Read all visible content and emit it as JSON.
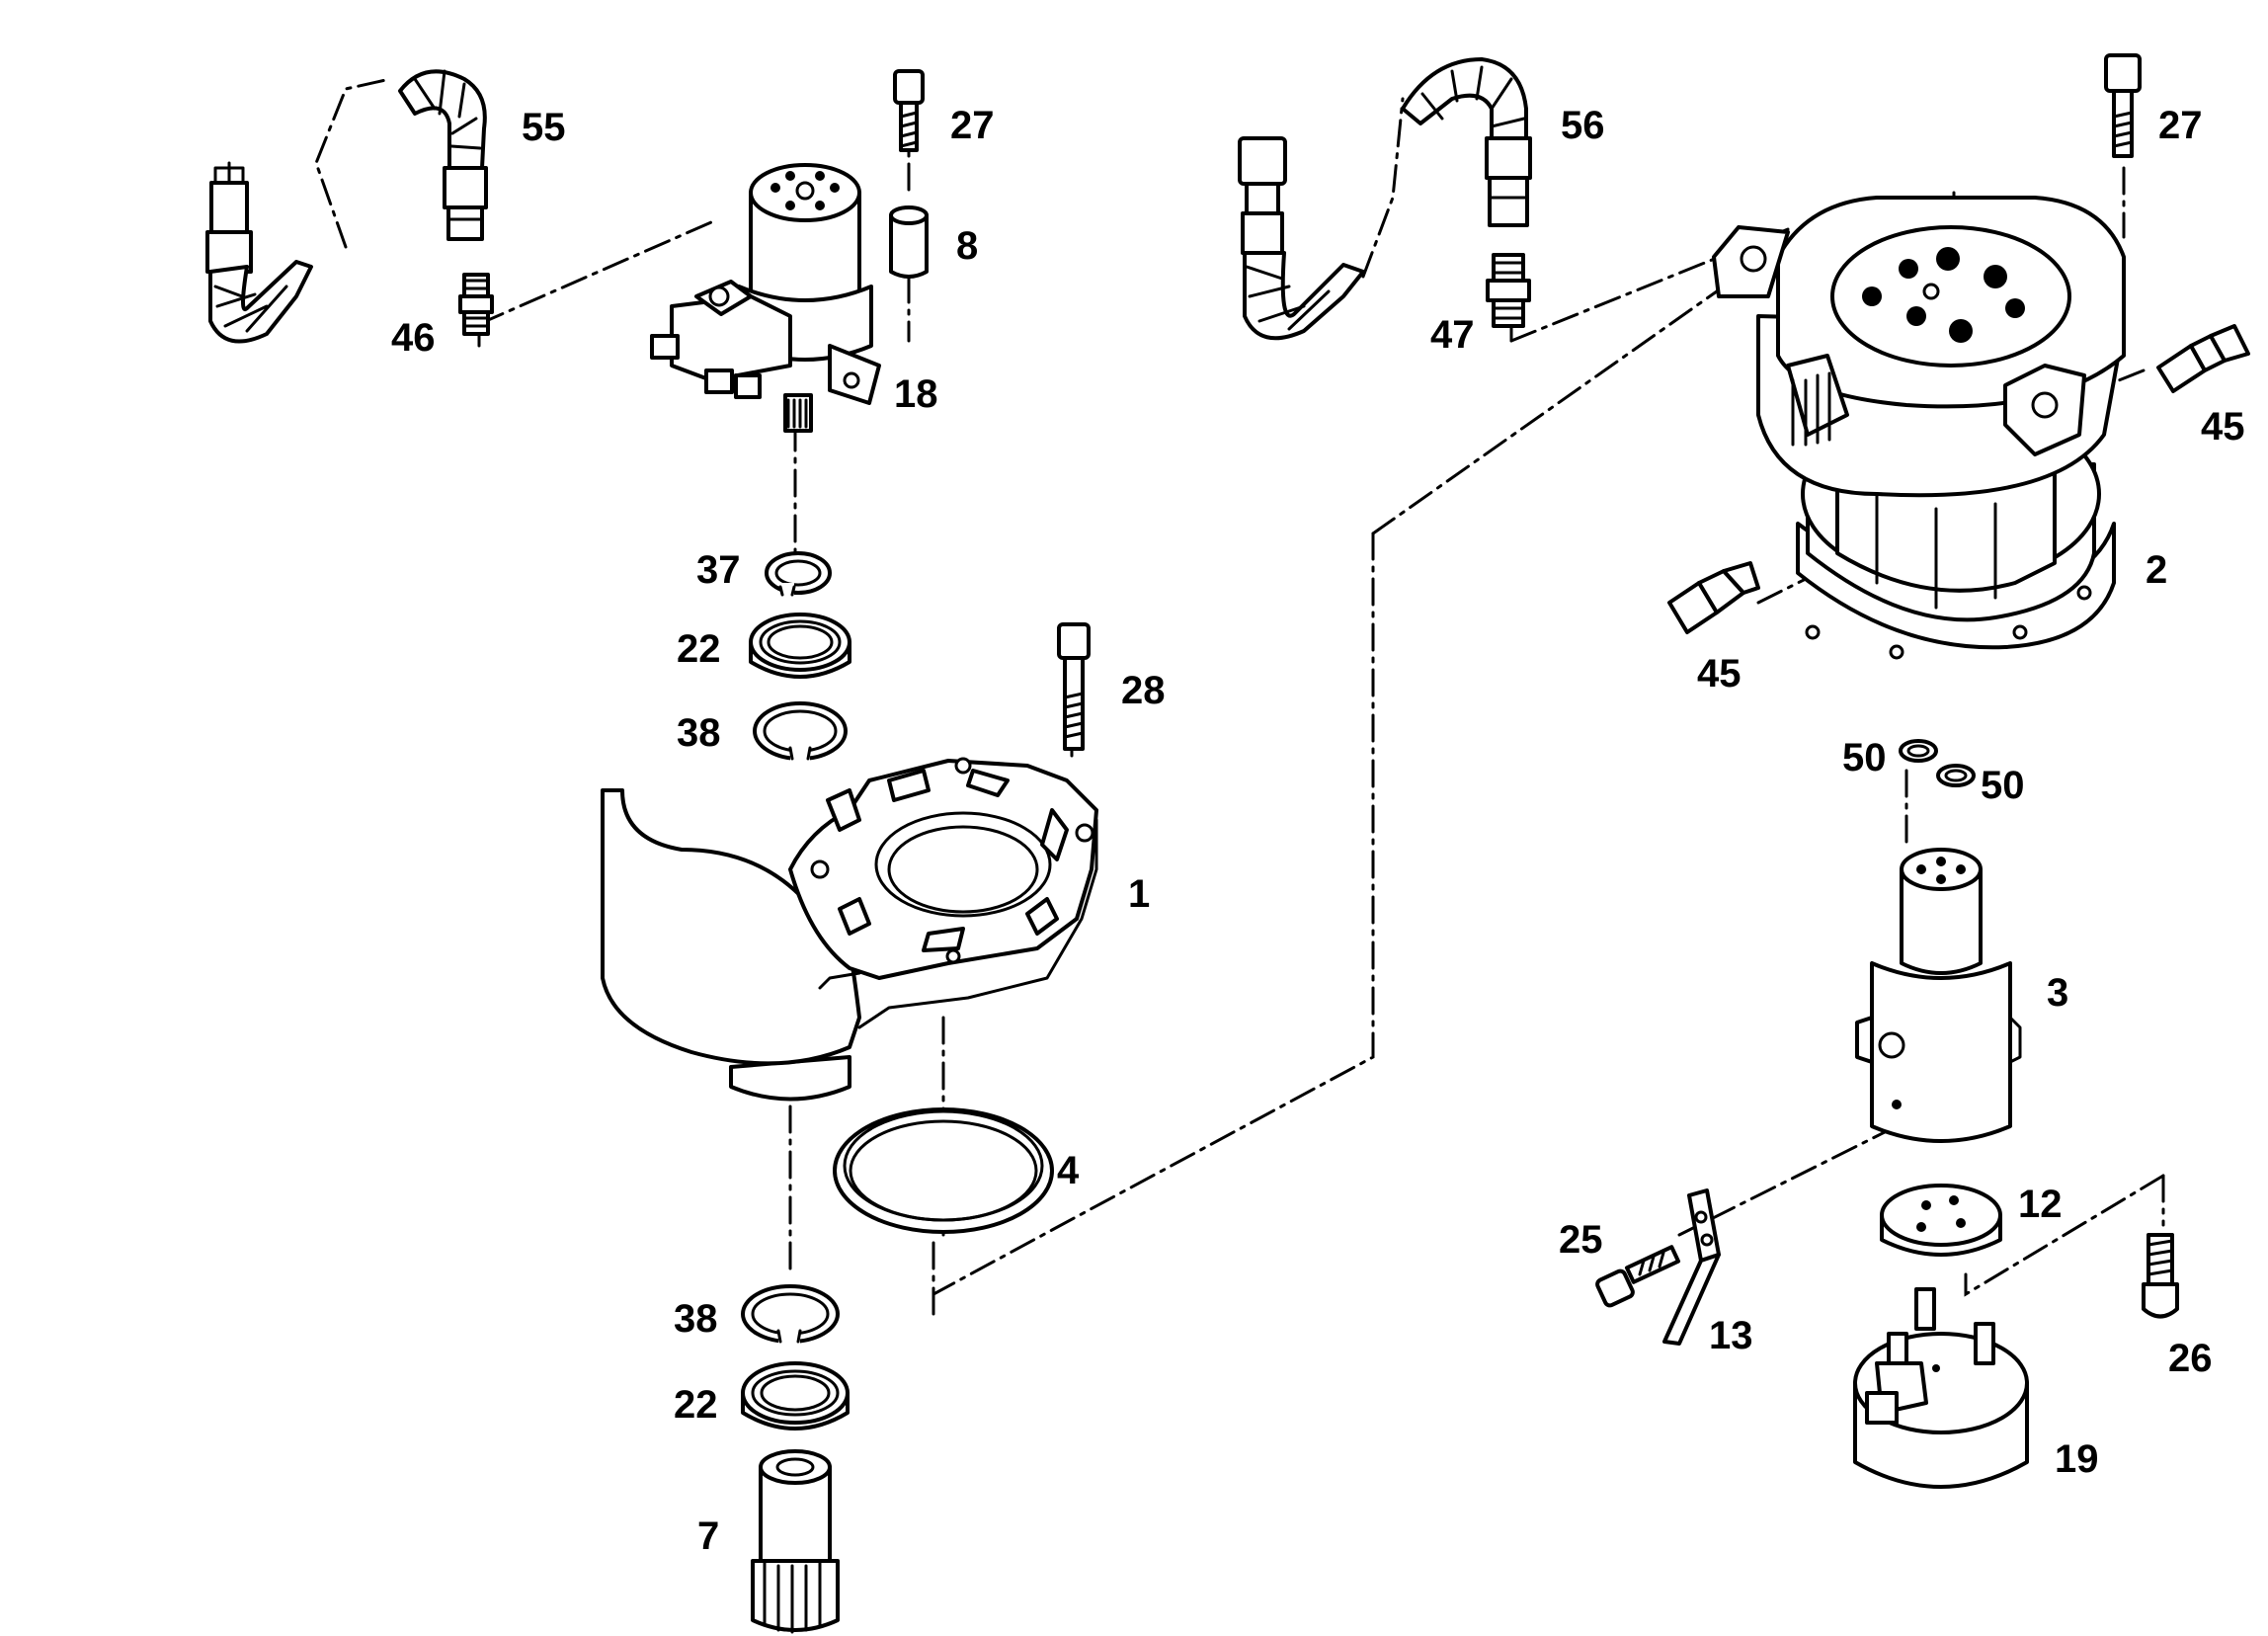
{
  "labels": {
    "l1": "1",
    "l2": "2",
    "l3": "3",
    "l4": "4",
    "l7": "7",
    "l8": "8",
    "l12": "12",
    "l13": "13",
    "l18": "18",
    "l19": "19",
    "l22a": "22",
    "l22b": "22",
    "l25": "25",
    "l26": "26",
    "l27a": "27",
    "l27b": "27",
    "l28": "28",
    "l37": "37",
    "l38a": "38",
    "l38b": "38",
    "l45a": "45",
    "l45b": "45",
    "l46": "46",
    "l47": "47",
    "l50a": "50",
    "l50b": "50",
    "l55": "55",
    "l56": "56"
  }
}
